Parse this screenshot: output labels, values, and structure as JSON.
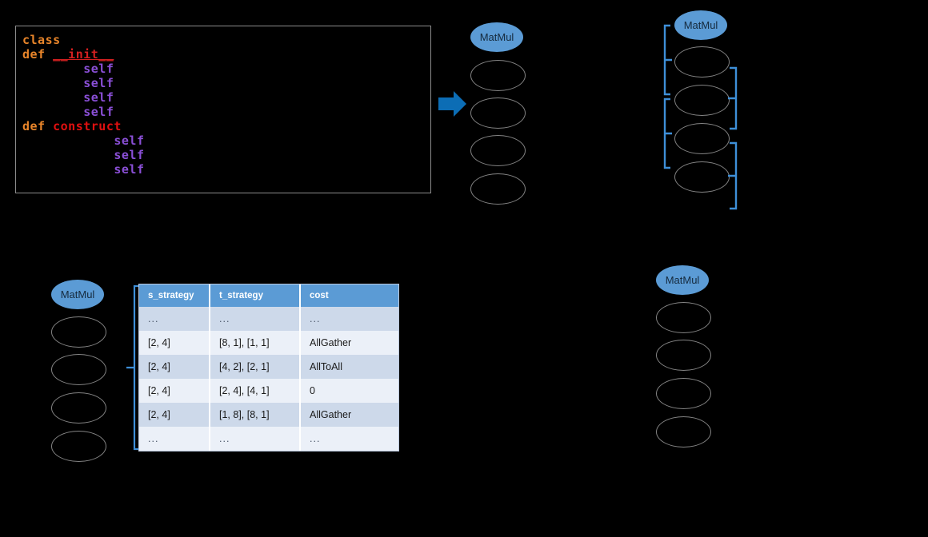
{
  "code_block": {
    "name": "python-class-snippet",
    "lines": [
      {
        "indent": 0,
        "tokens": [
          {
            "text": "class",
            "style": "kw-class"
          }
        ]
      },
      {
        "indent": 0,
        "tokens": [
          {
            "text": "def",
            "style": "kw-def"
          },
          {
            "text": " ",
            "style": "plain"
          },
          {
            "text": "__init__",
            "style": "fn-init"
          }
        ]
      },
      {
        "indent": 2,
        "tokens": [
          {
            "text": "self",
            "style": "var-self"
          }
        ]
      },
      {
        "indent": 2,
        "tokens": [
          {
            "text": "self",
            "style": "var-self"
          }
        ]
      },
      {
        "indent": 2,
        "tokens": [
          {
            "text": "self",
            "style": "var-self"
          }
        ]
      },
      {
        "indent": 2,
        "tokens": [
          {
            "text": "self",
            "style": "var-self"
          }
        ]
      },
      {
        "indent": 0,
        "tokens": [
          {
            "text": "def",
            "style": "kw-def"
          },
          {
            "text": " ",
            "style": "plain"
          },
          {
            "text": "construct",
            "style": "fn-construct"
          }
        ]
      },
      {
        "indent": 3,
        "tokens": [
          {
            "text": "self",
            "style": "var-self"
          }
        ]
      },
      {
        "indent": 3,
        "tokens": [
          {
            "text": "self",
            "style": "var-self"
          }
        ]
      },
      {
        "indent": 3,
        "tokens": [
          {
            "text": "self",
            "style": "var-self"
          }
        ]
      }
    ]
  },
  "colors": {
    "node_blue": "#5B9BD5",
    "arrow_blue": "#0C6DB5",
    "bracket_blue": "#3E8FD8",
    "ellipse_outline": "#848484",
    "table_header": "#5B9BD5",
    "table_row_alt": "#CDD9EA",
    "table_row_base": "#EBF0F8",
    "background": "#000000"
  },
  "graphs": {
    "top_center": {
      "label": "MatMul",
      "node_count": 4
    },
    "top_right": {
      "label": "MatMul",
      "node_count": 4
    },
    "bottom_left": {
      "label": "MatMul",
      "node_count": 4
    },
    "bottom_right": {
      "label": "MatMul",
      "node_count": 4
    }
  },
  "table": {
    "name": "strategy-cost-table",
    "columns": [
      "s_strategy",
      "t_strategy",
      "cost"
    ],
    "rows": [
      {
        "s_strategy": "...",
        "t_strategy": "...",
        "cost": "...",
        "muted": true
      },
      {
        "s_strategy": "[2, 4]",
        "t_strategy": "[8, 1], [1, 1]",
        "cost": "AllGather",
        "muted": false
      },
      {
        "s_strategy": "[2, 4]",
        "t_strategy": "[4, 2], [2, 1]",
        "cost": "AllToAll",
        "muted": false
      },
      {
        "s_strategy": "[2, 4]",
        "t_strategy": "[2, 4], [4, 1]",
        "cost": "0",
        "muted": false
      },
      {
        "s_strategy": "[2, 4]",
        "t_strategy": "[1, 8], [8, 1]",
        "cost": "AllGather",
        "muted": false
      },
      {
        "s_strategy": "...",
        "t_strategy": "...",
        "cost": "...",
        "muted": true
      }
    ]
  }
}
